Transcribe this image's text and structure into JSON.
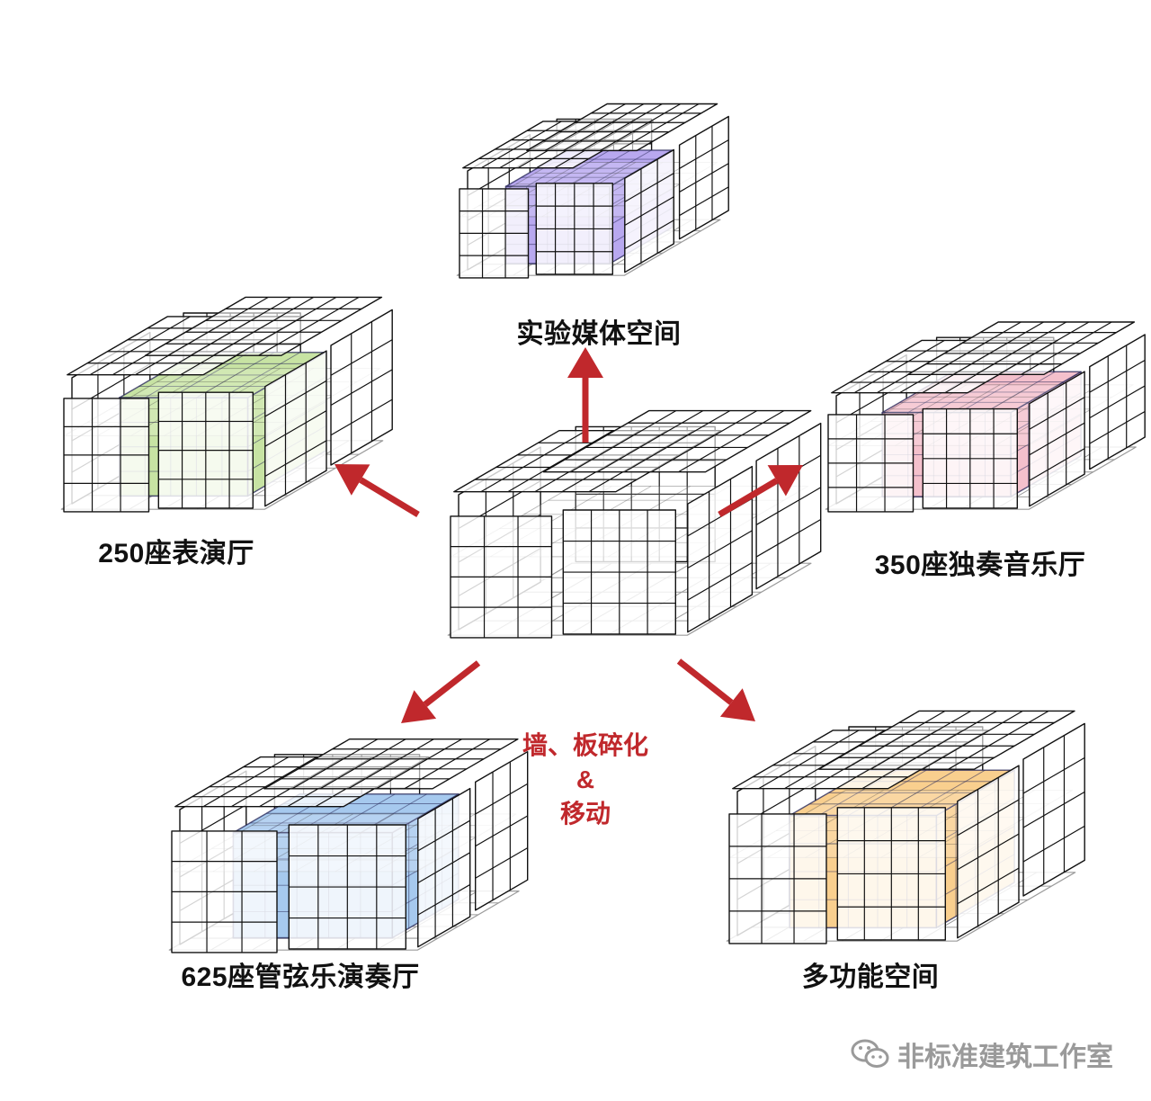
{
  "colors": {
    "accent_red": "#c0282c",
    "purple": "#b8a8ef",
    "pink": "#f4c0cc",
    "green": "#c7e3a3",
    "blue": "#a6c9ee",
    "orange": "#f9cf8e"
  },
  "center": {
    "line1": "墙、板碎化",
    "line2": "&",
    "line3": "移动"
  },
  "modules": {
    "top": "实验媒体空间",
    "left": "250座表演厅",
    "right": "350座独奏音乐厅",
    "bottom_left": "625座管弦乐演奏厅",
    "bottom_right": "多功能空间"
  },
  "watermark": {
    "text": "非标准建筑工作室",
    "icon": "wechat-icon"
  }
}
